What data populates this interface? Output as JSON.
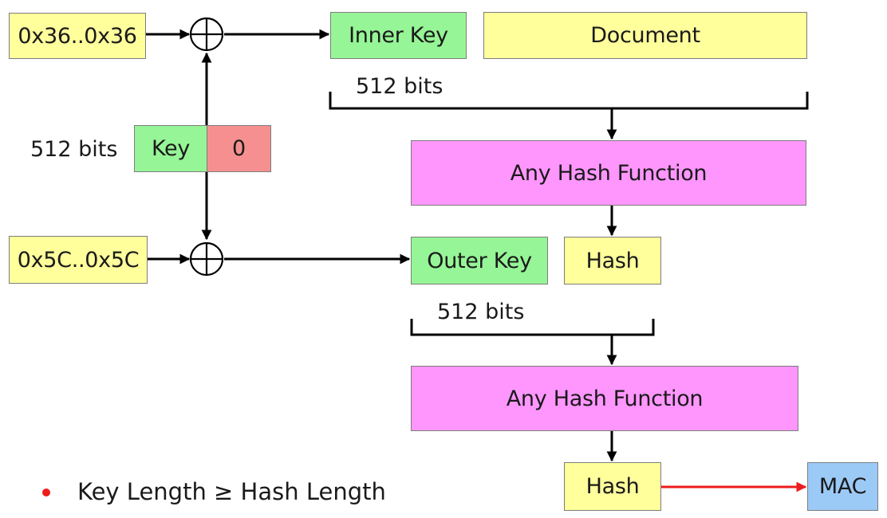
{
  "ipad_input": "0x36..0x36",
  "opad_input": "0x5C..0x5C",
  "key_block": {
    "side_label": "512 bits",
    "key_label": "Key",
    "padding_label": "0"
  },
  "inner_stage": {
    "key_label": "Inner Key",
    "message_label": "Document",
    "brace_label": "512 bits",
    "hash_function_label": "Any Hash Function",
    "hash_output_label": "Hash"
  },
  "outer_stage": {
    "key_label": "Outer Key",
    "brace_label": "512 bits",
    "hash_function_label": "Any Hash Function",
    "hash_output_label": "Hash"
  },
  "output_label": "MAC",
  "note": "Key Length ≥ Hash Length",
  "colors": {
    "constant_fill": "#ffff9c",
    "key_fill": "#96f596",
    "padding_fill": "#f69090",
    "hash_function_fill": "#fe96fe",
    "mac_fill": "#9ccaf7",
    "mac_arrow": "#ee1c1c",
    "bullet": "#ee1c1c"
  }
}
